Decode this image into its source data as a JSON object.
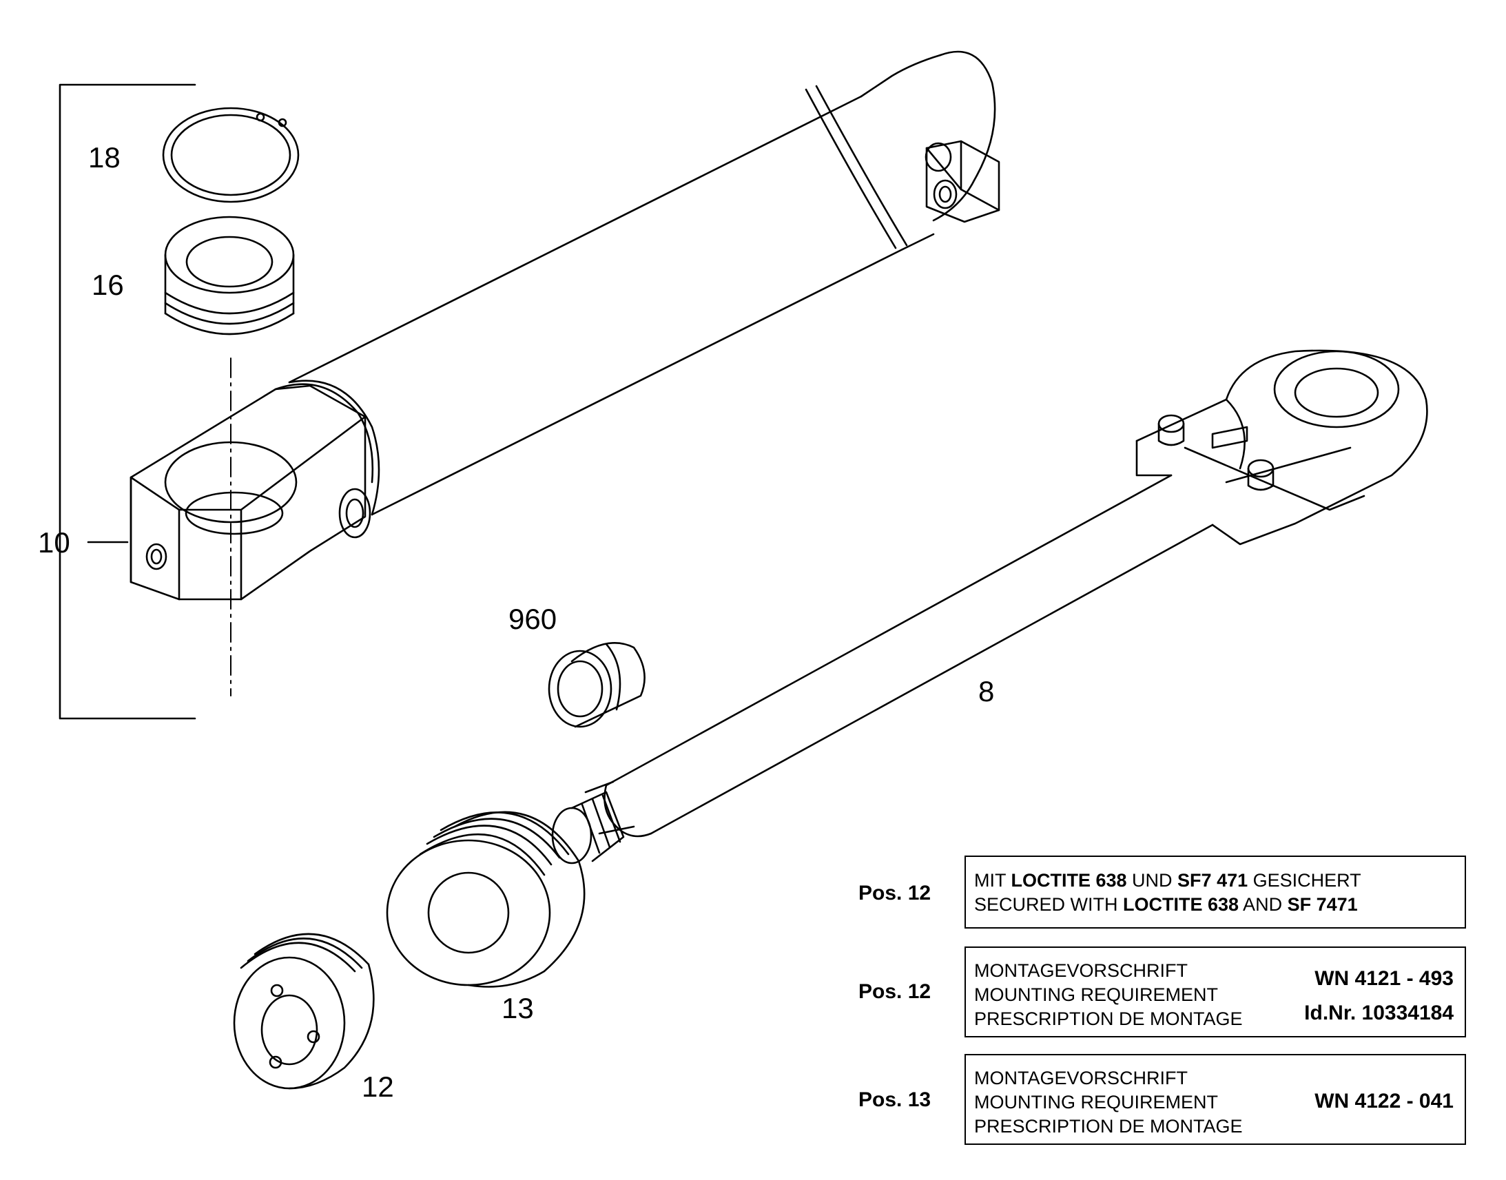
{
  "callouts": {
    "c18": "18",
    "c16": "16",
    "c10": "10",
    "c960": "960",
    "c8": "8",
    "c13": "13",
    "c12": "12"
  },
  "notes": [
    {
      "pos": "Pos. 12",
      "line1": {
        "t1": "MIT ",
        "b1": "LOCTITE 638",
        "t2": " UND ",
        "b2": "SF7 471",
        "t3": " GESICHERT"
      },
      "line2": {
        "t1": "SECURED WITH ",
        "b1": "LOCTITE 638",
        "t2": " AND ",
        "b2": "SF 7471"
      }
    },
    {
      "pos": "Pos. 12",
      "lines": [
        "MONTAGEVORSCHRIFT",
        "MOUNTING REQUIREMENT",
        "PRESCRIPTION DE MONTAGE"
      ],
      "ref": "WN 4121 - 493",
      "id": "Id.Nr. 10334184"
    },
    {
      "pos": "Pos. 13",
      "lines": [
        "MONTAGEVORSCHRIFT",
        "MOUNTING REQUIREMENT",
        "PRESCRIPTION DE MONTAGE"
      ],
      "ref": "WN 4122 - 041"
    }
  ]
}
